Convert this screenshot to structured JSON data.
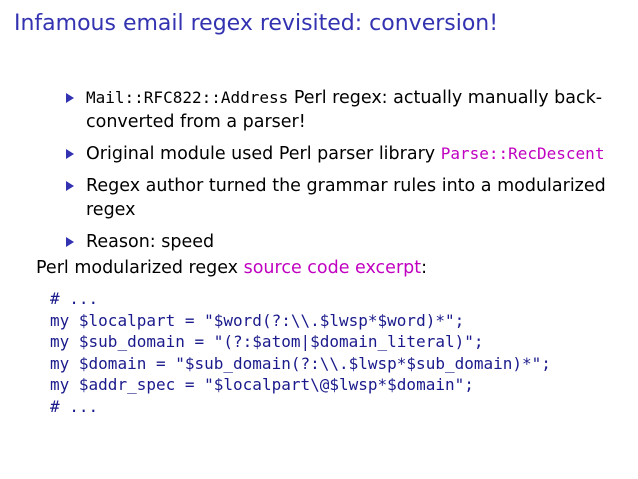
{
  "slide": {
    "title": "Infamous email regex revisited: conversion!",
    "bullets": [
      {
        "code": "Mail::RFC822::Address",
        "text": " Perl regex: actually manually back-converted from a parser!"
      },
      {
        "text": "Original module used Perl parser library ",
        "code_colored": "Parse::RecDescent"
      },
      {
        "text": "Regex author turned the grammar rules into a modularized regex"
      },
      {
        "text": "Reason: speed"
      }
    ],
    "intro": {
      "before": "Perl modularized regex ",
      "link": "source code excerpt",
      "after": ":"
    },
    "code_lines": [
      {
        "tokens": [
          {
            "t": "# ...",
            "c": "comment"
          }
        ]
      },
      {
        "tokens": [
          {
            "t": "my ",
            "c": "kw"
          },
          {
            "t": "$localpart = ",
            "c": "plain"
          },
          {
            "t": "\"$word(?:\\\\.$lwsp*$word)*\"",
            "c": "str"
          },
          {
            "t": ";",
            "c": "plain"
          }
        ]
      },
      {
        "tokens": [
          {
            "t": "my ",
            "c": "kw"
          },
          {
            "t": "$sub_domain = ",
            "c": "plain"
          },
          {
            "t": "\"(?:$atom|$domain_literal)\"",
            "c": "str"
          },
          {
            "t": ";",
            "c": "plain"
          }
        ]
      },
      {
        "tokens": [
          {
            "t": "my ",
            "c": "kw"
          },
          {
            "t": "$domain = ",
            "c": "plain"
          },
          {
            "t": "\"$sub_domain(?:\\\\.$lwsp*$sub_domain)*\"",
            "c": "str"
          },
          {
            "t": ";",
            "c": "plain"
          }
        ]
      },
      {
        "tokens": [
          {
            "t": "my ",
            "c": "kw"
          },
          {
            "t": "$addr_spec = ",
            "c": "plain"
          },
          {
            "t": "\"$localpart\\@$lwsp*$domain\"",
            "c": "str"
          },
          {
            "t": ";",
            "c": "plain"
          }
        ]
      },
      {
        "tokens": [
          {
            "t": "# ...",
            "c": "comment"
          }
        ]
      }
    ]
  },
  "colors": {
    "title": "#3333b2",
    "bullet": "#3333b2",
    "accent": "#c000c0",
    "kw": "#1a1a8c",
    "str": "#1a1a8c",
    "comment": "#1a1a8c",
    "plain": "#1a1a8c"
  }
}
